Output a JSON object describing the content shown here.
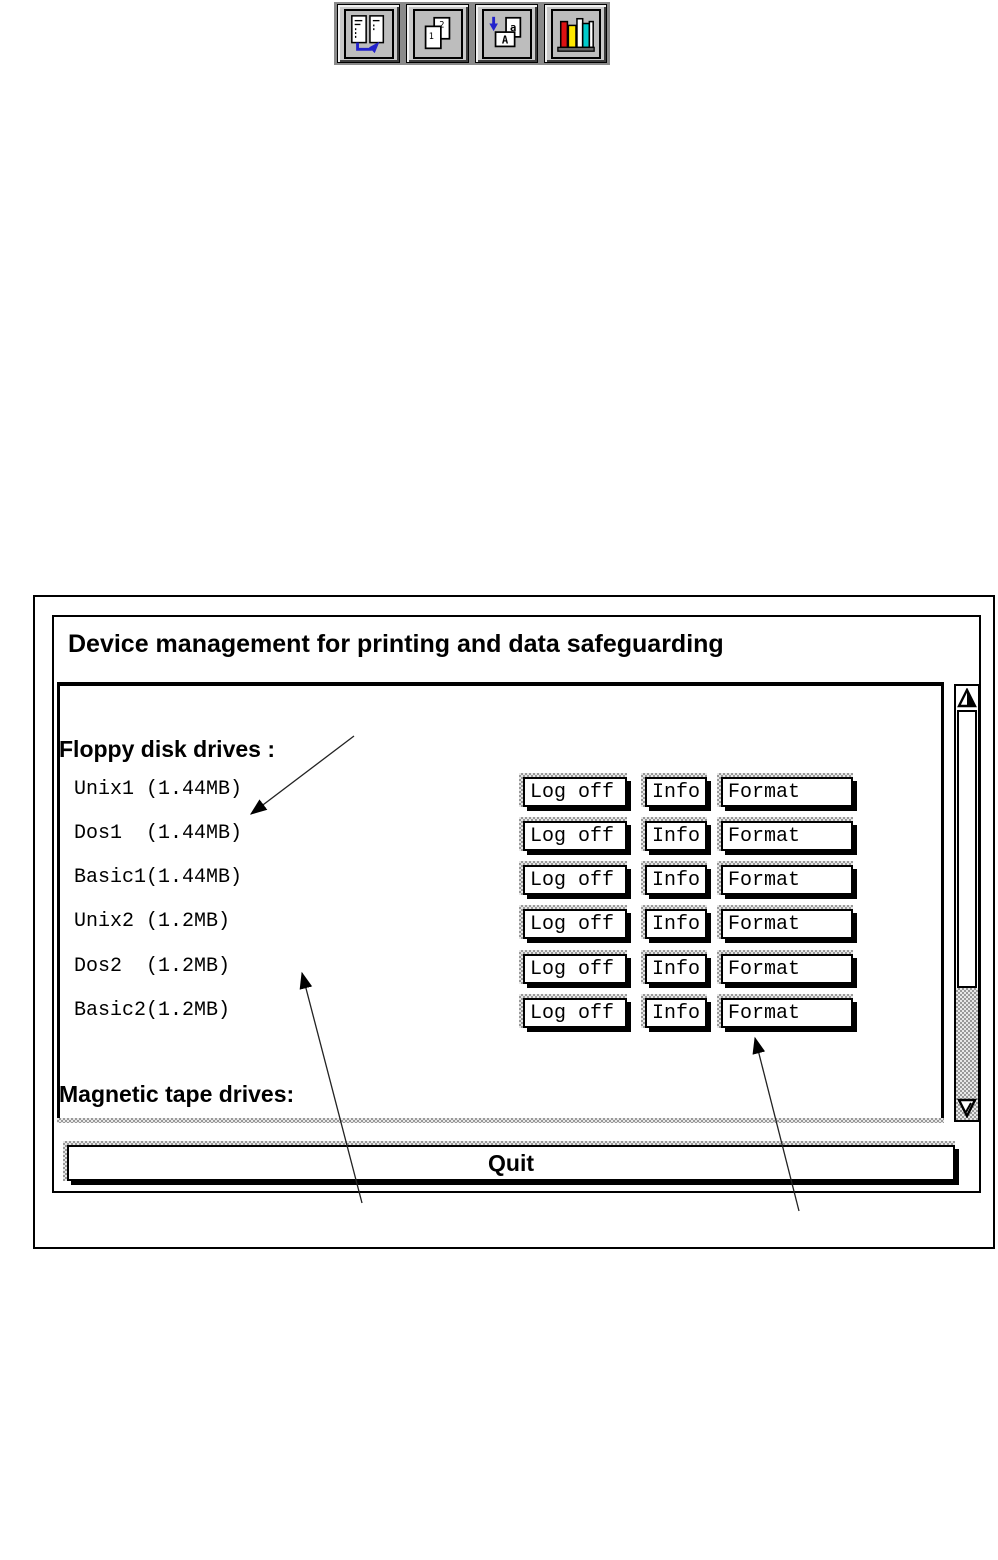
{
  "toolbar": {
    "buttons": [
      {
        "icon": "dual-panel-transfer-icon"
      },
      {
        "icon": "page-copy-icon",
        "glyphs": {
          "back": "2",
          "front": "1"
        }
      },
      {
        "icon": "sort-alpha-pages-icon",
        "glyphs": {
          "back": "a",
          "front": "A"
        }
      },
      {
        "icon": "bookshelf-icon"
      }
    ]
  },
  "dialog": {
    "title": "Device management for printing and data safeguarding",
    "floppy_section_heading": "Floppy disk drives :",
    "tape_section_heading": "Magnetic tape drives:",
    "drives": [
      {
        "label": "Unix1 (1.44MB)"
      },
      {
        "label": "Dos1  (1.44MB)"
      },
      {
        "label": "Basic1(1.44MB)"
      },
      {
        "label": "Unix2 (1.2MB)"
      },
      {
        "label": "Dos2  (1.2MB)"
      },
      {
        "label": "Basic2(1.2MB)"
      }
    ],
    "row_actions": {
      "log_off": "Log off",
      "info": "Info",
      "format": "Format"
    },
    "quit_label": "Quit"
  },
  "colors": {
    "accent_blue": "#2222cc",
    "book_red": "#dd1111",
    "book_yellow": "#ffe800",
    "book_cyan": "#00cccc",
    "toolbar_gray": "#8a8a8a",
    "button_face": "#ffffff"
  }
}
